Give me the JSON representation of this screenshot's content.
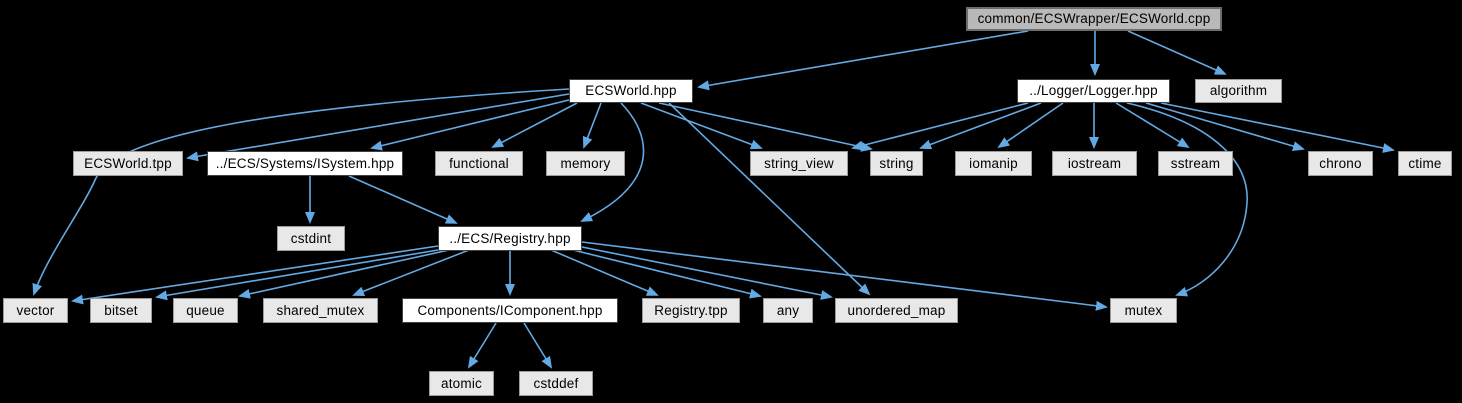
{
  "graph": {
    "type": "include-dependency-graph",
    "background": "#000000",
    "edge_color": "#63a9e3",
    "node_fill_main": "#b9b9b9",
    "node_fill_internal": "#ffffff",
    "node_fill_leaf": "#e8e8e8"
  },
  "nodes": [
    {
      "id": "ecsworld-cpp",
      "label": "common/ECSWrapper/ECSWorld.cpp",
      "kind": "main"
    },
    {
      "id": "ecsworld-hpp",
      "label": "ECSWorld.hpp",
      "kind": "internal"
    },
    {
      "id": "logger-hpp",
      "label": "../Logger/Logger.hpp",
      "kind": "internal"
    },
    {
      "id": "algorithm",
      "label": "algorithm",
      "kind": "leaf"
    },
    {
      "id": "ecsworld-tpp",
      "label": "ECSWorld.tpp",
      "kind": "leaf"
    },
    {
      "id": "isystem-hpp",
      "label": "../ECS/Systems/ISystem.hpp",
      "kind": "internal"
    },
    {
      "id": "functional",
      "label": "functional",
      "kind": "leaf"
    },
    {
      "id": "memory",
      "label": "memory",
      "kind": "leaf"
    },
    {
      "id": "string-view",
      "label": "string_view",
      "kind": "leaf"
    },
    {
      "id": "string",
      "label": "string",
      "kind": "leaf"
    },
    {
      "id": "iomanip",
      "label": "iomanip",
      "kind": "leaf"
    },
    {
      "id": "iostream",
      "label": "iostream",
      "kind": "leaf"
    },
    {
      "id": "sstream",
      "label": "sstream",
      "kind": "leaf"
    },
    {
      "id": "chrono",
      "label": "chrono",
      "kind": "leaf"
    },
    {
      "id": "ctime",
      "label": "ctime",
      "kind": "leaf"
    },
    {
      "id": "cstdint",
      "label": "cstdint",
      "kind": "leaf"
    },
    {
      "id": "registry-hpp",
      "label": "../ECS/Registry.hpp",
      "kind": "internal"
    },
    {
      "id": "vector",
      "label": "vector",
      "kind": "leaf"
    },
    {
      "id": "bitset",
      "label": "bitset",
      "kind": "leaf"
    },
    {
      "id": "queue",
      "label": "queue",
      "kind": "leaf"
    },
    {
      "id": "shared-mutex",
      "label": "shared_mutex",
      "kind": "leaf"
    },
    {
      "id": "icomponent-hpp",
      "label": "Components/IComponent.hpp",
      "kind": "internal"
    },
    {
      "id": "registry-tpp",
      "label": "Registry.tpp",
      "kind": "leaf"
    },
    {
      "id": "any",
      "label": "any",
      "kind": "leaf"
    },
    {
      "id": "unordered-map",
      "label": "unordered_map",
      "kind": "leaf"
    },
    {
      "id": "mutex",
      "label": "mutex",
      "kind": "leaf"
    },
    {
      "id": "atomic",
      "label": "atomic",
      "kind": "leaf"
    },
    {
      "id": "cstddef",
      "label": "cstddef",
      "kind": "leaf"
    }
  ],
  "edges": [
    {
      "from": "ecsworld-cpp",
      "to": "ecsworld-hpp"
    },
    {
      "from": "ecsworld-cpp",
      "to": "logger-hpp"
    },
    {
      "from": "ecsworld-cpp",
      "to": "algorithm"
    },
    {
      "from": "ecsworld-hpp",
      "to": "ecsworld-tpp"
    },
    {
      "from": "ecsworld-hpp",
      "to": "isystem-hpp"
    },
    {
      "from": "ecsworld-hpp",
      "to": "functional"
    },
    {
      "from": "ecsworld-hpp",
      "to": "memory"
    },
    {
      "from": "ecsworld-hpp",
      "to": "registry-hpp"
    },
    {
      "from": "ecsworld-hpp",
      "to": "string-view"
    },
    {
      "from": "ecsworld-hpp",
      "to": "string"
    },
    {
      "from": "ecsworld-hpp",
      "to": "unordered-map"
    },
    {
      "from": "ecsworld-hpp",
      "to": "vector"
    },
    {
      "from": "logger-hpp",
      "to": "string-view"
    },
    {
      "from": "logger-hpp",
      "to": "string"
    },
    {
      "from": "logger-hpp",
      "to": "iomanip"
    },
    {
      "from": "logger-hpp",
      "to": "iostream"
    },
    {
      "from": "logger-hpp",
      "to": "sstream"
    },
    {
      "from": "logger-hpp",
      "to": "chrono"
    },
    {
      "from": "logger-hpp",
      "to": "ctime"
    },
    {
      "from": "logger-hpp",
      "to": "mutex"
    },
    {
      "from": "isystem-hpp",
      "to": "cstdint"
    },
    {
      "from": "isystem-hpp",
      "to": "registry-hpp"
    },
    {
      "from": "registry-hpp",
      "to": "vector"
    },
    {
      "from": "registry-hpp",
      "to": "bitset"
    },
    {
      "from": "registry-hpp",
      "to": "queue"
    },
    {
      "from": "registry-hpp",
      "to": "shared-mutex"
    },
    {
      "from": "registry-hpp",
      "to": "icomponent-hpp"
    },
    {
      "from": "registry-hpp",
      "to": "registry-tpp"
    },
    {
      "from": "registry-hpp",
      "to": "any"
    },
    {
      "from": "registry-hpp",
      "to": "unordered-map"
    },
    {
      "from": "registry-hpp",
      "to": "mutex"
    },
    {
      "from": "icomponent-hpp",
      "to": "atomic"
    },
    {
      "from": "icomponent-hpp",
      "to": "cstddef"
    }
  ]
}
